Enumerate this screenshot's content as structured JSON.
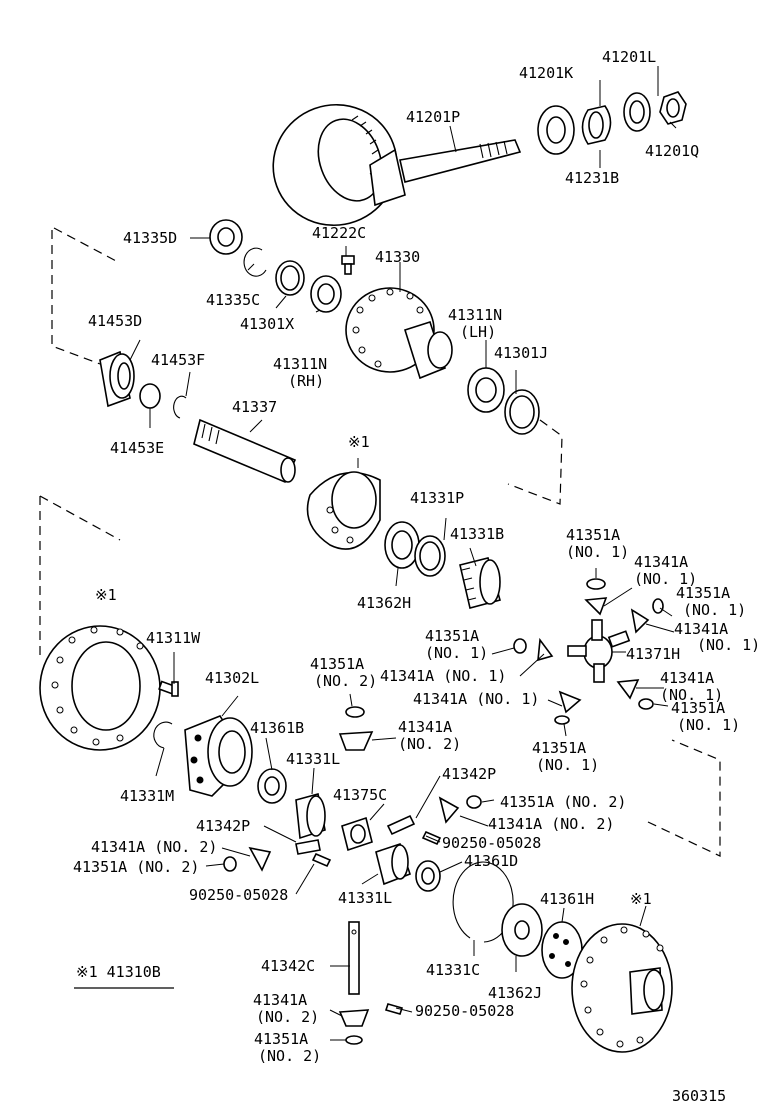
{
  "diagram": {
    "labels": [
      {
        "id": "l-41201L",
        "text": "41201L"
      },
      {
        "id": "l-41201K",
        "text": "41201K"
      },
      {
        "id": "l-41201P",
        "text": "41201P"
      },
      {
        "id": "l-41201Q",
        "text": "41201Q"
      },
      {
        "id": "l-41231B",
        "text": "41231B"
      },
      {
        "id": "l-41335D",
        "text": "41335D"
      },
      {
        "id": "l-41222C",
        "text": "41222C"
      },
      {
        "id": "l-41330",
        "text": "41330"
      },
      {
        "id": "l-41335C",
        "text": "41335C"
      },
      {
        "id": "l-41301X",
        "text": "41301X"
      },
      {
        "id": "l-41453D",
        "text": "41453D"
      },
      {
        "id": "l-41311N-lh",
        "text": "41311N"
      },
      {
        "id": "l-lh",
        "text": "(LH)"
      },
      {
        "id": "l-41311N-rh",
        "text": "41311N"
      },
      {
        "id": "l-rh",
        "text": "(RH)"
      },
      {
        "id": "l-41453F",
        "text": "41453F"
      },
      {
        "id": "l-41301J",
        "text": "41301J"
      },
      {
        "id": "l-41453E",
        "text": "41453E"
      },
      {
        "id": "l-41337",
        "text": "41337"
      },
      {
        "id": "l-note1-top",
        "text": "※1"
      },
      {
        "id": "l-41331P",
        "text": "41331P"
      },
      {
        "id": "l-41331B",
        "text": "41331B"
      },
      {
        "id": "l-41351A-a",
        "text": "41351A"
      },
      {
        "id": "l-no1-a",
        "text": "(NO. 1)"
      },
      {
        "id": "l-41362H",
        "text": "41362H"
      },
      {
        "id": "l-41341A-a",
        "text": "41341A"
      },
      {
        "id": "l-no1-b",
        "text": "(NO. 1)"
      },
      {
        "id": "l-41351A-b",
        "text": "41351A"
      },
      {
        "id": "l-no1-c",
        "text": "(NO. 1)"
      },
      {
        "id": "l-note1-left",
        "text": "※1"
      },
      {
        "id": "l-41311W",
        "text": "41311W"
      },
      {
        "id": "l-41341A-b",
        "text": "41341A"
      },
      {
        "id": "l-41351A-c",
        "text": "41351A"
      },
      {
        "id": "l-no1-d",
        "text": "(NO. 1)"
      },
      {
        "id": "l-no1-e",
        "text": "(NO. 1)"
      },
      {
        "id": "l-41371H",
        "text": "41371H"
      },
      {
        "id": "l-41351A-d",
        "text": "41351A"
      },
      {
        "id": "l-no2-a",
        "text": "(NO. 2)"
      },
      {
        "id": "l-41341A-c",
        "text": "41341A (NO. 1)"
      },
      {
        "id": "l-41302L",
        "text": "41302L"
      },
      {
        "id": "l-41341A-d",
        "text": "41341A"
      },
      {
        "id": "l-no1-f",
        "text": "(NO. 1)"
      },
      {
        "id": "l-41341A-e",
        "text": "41341A (NO. 1)"
      },
      {
        "id": "l-41351A-e",
        "text": "41351A"
      },
      {
        "id": "l-no1-g",
        "text": "(NO. 1)"
      },
      {
        "id": "l-41341A-f",
        "text": "41341A"
      },
      {
        "id": "l-no2-b",
        "text": "(NO. 2)"
      },
      {
        "id": "l-41361B",
        "text": "41361B"
      },
      {
        "id": "l-41351A-f",
        "text": "41351A"
      },
      {
        "id": "l-no1-h",
        "text": "(NO. 1)"
      },
      {
        "id": "l-41331L-a",
        "text": "41331L"
      },
      {
        "id": "l-41331M",
        "text": "41331M"
      },
      {
        "id": "l-41342P-a",
        "text": "41342P"
      },
      {
        "id": "l-41375C",
        "text": "41375C"
      },
      {
        "id": "l-41351A-g",
        "text": "41351A (NO. 2)"
      },
      {
        "id": "l-41341A-g",
        "text": "41341A (NO. 2)"
      },
      {
        "id": "l-41342P-b",
        "text": "41342P"
      },
      {
        "id": "l-41341A-h",
        "text": "41341A (NO. 2)"
      },
      {
        "id": "l-90250-a",
        "text": "90250-05028"
      },
      {
        "id": "l-41351A-h",
        "text": "41351A (NO. 2)"
      },
      {
        "id": "l-41361D",
        "text": "41361D"
      },
      {
        "id": "l-90250-b",
        "text": "90250-05028"
      },
      {
        "id": "l-41331L-b",
        "text": "41331L"
      },
      {
        "id": "l-41361H",
        "text": "41361H"
      },
      {
        "id": "l-note1-right",
        "text": "※1"
      },
      {
        "id": "l-note-legend",
        "text": "※1 41310B"
      },
      {
        "id": "l-41342C",
        "text": "41342C"
      },
      {
        "id": "l-41331C",
        "text": "41331C"
      },
      {
        "id": "l-41362J",
        "text": "41362J"
      },
      {
        "id": "l-41341A-i",
        "text": "41341A"
      },
      {
        "id": "l-no2-c",
        "text": "(NO. 2)"
      },
      {
        "id": "l-90250-c",
        "text": "90250-05028"
      },
      {
        "id": "l-41351A-i",
        "text": "41351A"
      },
      {
        "id": "l-no2-d",
        "text": "(NO. 2)"
      },
      {
        "id": "l-illus-number",
        "text": "360315"
      }
    ]
  }
}
